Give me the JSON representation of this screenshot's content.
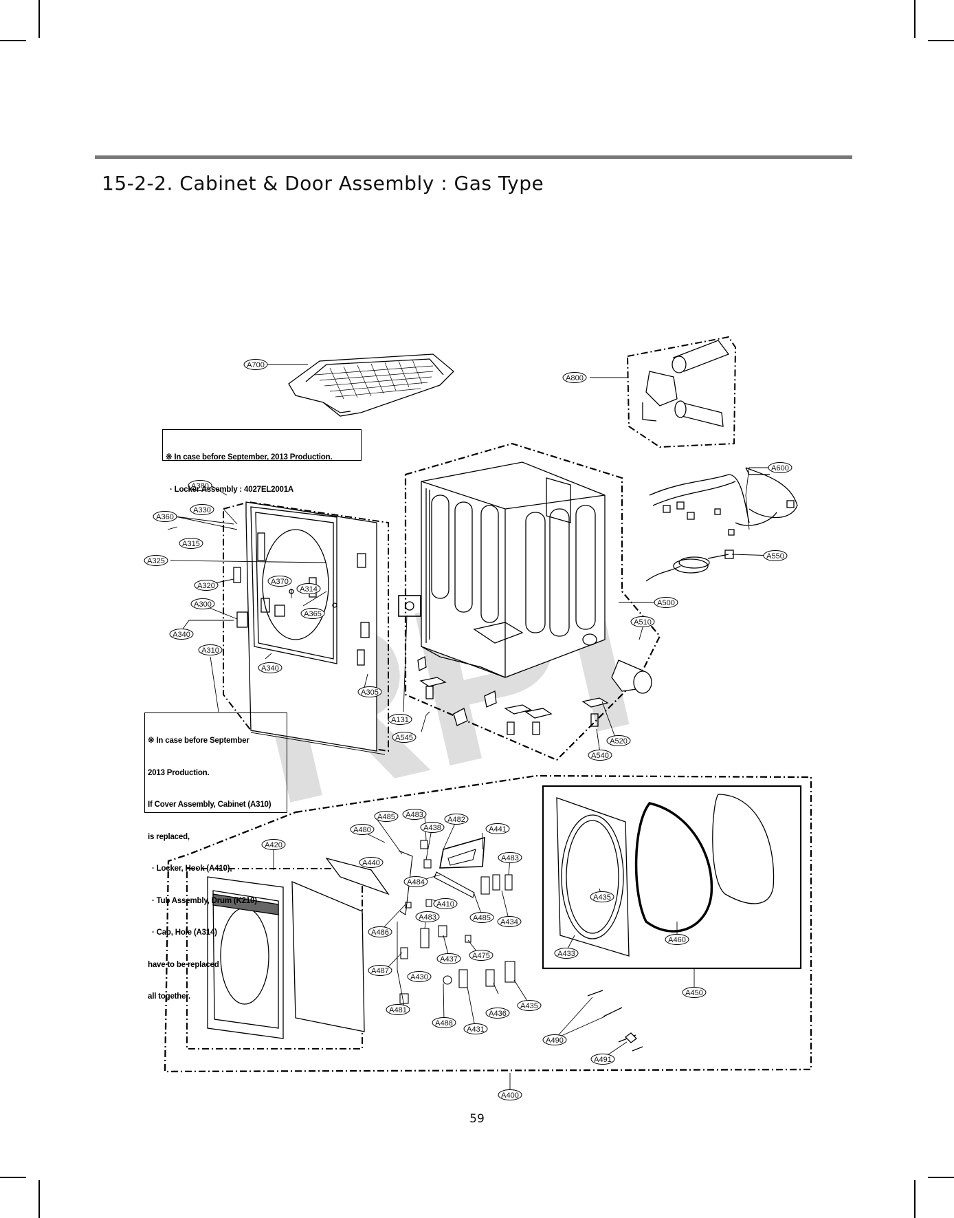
{
  "page": {
    "title": "15-2-2. Cabinet & Door Assembly : Gas Type",
    "page_number": "59"
  },
  "watermark": "RPI",
  "notes": [
    {
      "lines": [
        "※ In case before September, 2013 Production.",
        "  · Locker Assembly : 4027EL2001A"
      ]
    },
    {
      "lines": [
        "※ In case before September",
        "2013 Production.",
        "If Cover Assembly, Cabinet (A310)",
        "is replaced,",
        "  · Locker, Hook (A410),",
        "  · Tub Assembly, Drum (K210)",
        "  · Cap, Hole (A314)",
        "have to be replaced",
        "all together."
      ]
    }
  ],
  "part_labels": [
    "A700",
    "A800",
    "A380",
    "A360",
    "A330",
    "A315",
    "A325",
    "A320",
    "A370",
    "A314",
    "A300",
    "A365",
    "A340",
    "A310",
    "A340",
    "A305",
    "A131",
    "A545",
    "A600",
    "A550",
    "A500",
    "A510",
    "A520",
    "A540",
    "A420",
    "A440",
    "A480",
    "A485",
    "A483",
    "A438",
    "A482",
    "A441",
    "A483",
    "A484",
    "A410",
    "A485",
    "A434",
    "A486",
    "A483",
    "A487",
    "A430",
    "A437",
    "A475",
    "A481",
    "A488",
    "A431",
    "A436",
    "A435",
    "A490",
    "A491",
    "A435",
    "A433",
    "A460",
    "A450",
    "A400"
  ]
}
